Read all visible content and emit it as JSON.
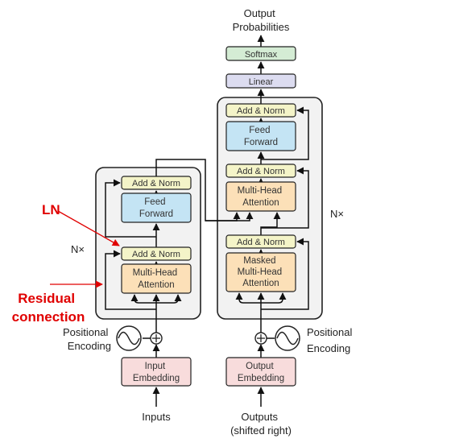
{
  "top_label": [
    "Output",
    "Probabilities"
  ],
  "softmax": "Softmax",
  "linear": "Linear",
  "add_norm": "Add & Norm",
  "feed_forward": [
    "Feed",
    "Forward"
  ],
  "multi_head": [
    "Multi-Head",
    "Attention"
  ],
  "masked_multi_head": [
    "Masked",
    "Multi-Head",
    "Attention"
  ],
  "nx": "N×",
  "positional_encoding": [
    "Positional",
    "Encoding"
  ],
  "input_embedding": [
    "Input",
    "Embedding"
  ],
  "output_embedding": [
    "Output",
    "Embedding"
  ],
  "inputs": "Inputs",
  "outputs": [
    "Outputs",
    "(shifted right)"
  ],
  "annotations": {
    "ln": "LN",
    "residual": [
      "Residual",
      "connection"
    ]
  },
  "colors": {
    "add_norm": "#f4f4c8",
    "feed_forward": "#c4e4f4",
    "attention": "#fce0b8",
    "embedding": "#f8dcdc",
    "softmax": "#d4ecd4",
    "linear": "#dcdcf0",
    "block_bg": "#f2f2f2",
    "annotation": "#e00000"
  }
}
